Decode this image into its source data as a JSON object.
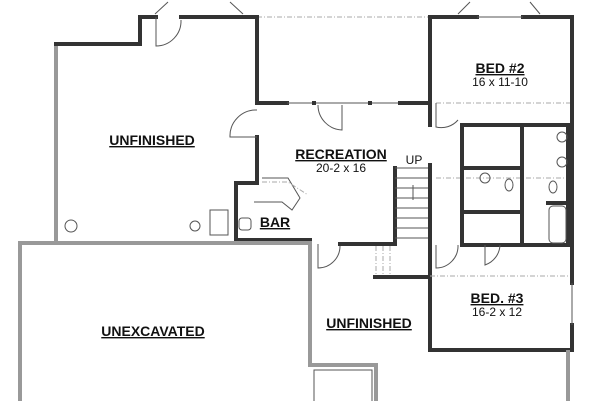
{
  "rooms": {
    "unfinished_left": {
      "name": "UNFINISHED"
    },
    "recreation": {
      "name": "RECREATION",
      "size": "20-2 x 16"
    },
    "bar": {
      "name": "BAR"
    },
    "bed2": {
      "name": "BED #2",
      "size": "16 x 11-10"
    },
    "bed3": {
      "name": "BED. #3",
      "size": "16-2 x 12"
    },
    "unexcavated": {
      "name": "UNEXCAVATED"
    },
    "unfinished_lower": {
      "name": "UNFINISHED"
    }
  },
  "stairs": {
    "label": "UP"
  }
}
